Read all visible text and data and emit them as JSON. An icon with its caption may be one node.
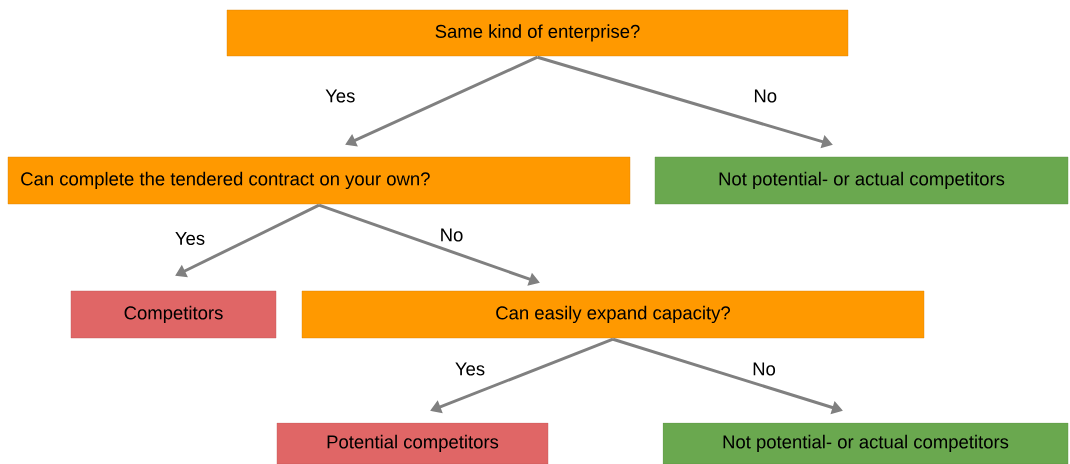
{
  "diagram": {
    "nodes": [
      {
        "text": [
          "Same kind of enterprise?"
        ]
      },
      {
        "text": [
          "Can complete the tendered contract on your own?"
        ]
      },
      {
        "text": [
          "Not potential- or actual competitors"
        ]
      },
      {
        "text": [
          "Competitors"
        ]
      },
      {
        "text": [
          "Can easily expand capacity?"
        ]
      },
      {
        "text": [
          "Potential competitors"
        ]
      },
      {
        "text": [
          "Not potential- or actual competitors"
        ]
      }
    ],
    "edges": [
      {
        "from": 0,
        "to": 1,
        "arrow": "to",
        "label": "Yes"
      },
      {
        "from": 0,
        "to": 2,
        "arrow": "to",
        "label": "No"
      },
      {
        "from": 1,
        "to": 3,
        "arrow": "to",
        "label": "Yes"
      },
      {
        "from": 1,
        "to": 4,
        "arrow": "to",
        "label": "No"
      },
      {
        "from": 4,
        "to": 5,
        "arrow": "to",
        "label": "Yes"
      },
      {
        "from": 4,
        "to": 6,
        "arrow": "to",
        "label": "No"
      }
    ]
  }
}
